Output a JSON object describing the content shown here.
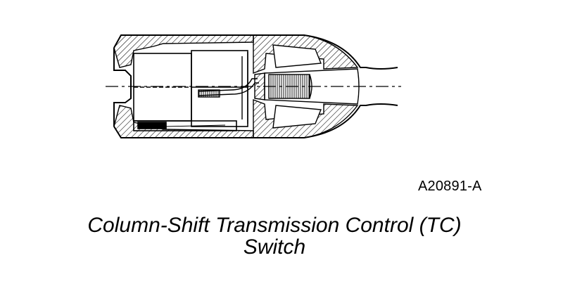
{
  "figure": {
    "reference_code": "A20891-A",
    "caption_line1": "Column-Shift Transmission Control (TC)",
    "caption_line2": "Switch"
  },
  "colors": {
    "line": "#000000",
    "background": "#ffffff"
  }
}
